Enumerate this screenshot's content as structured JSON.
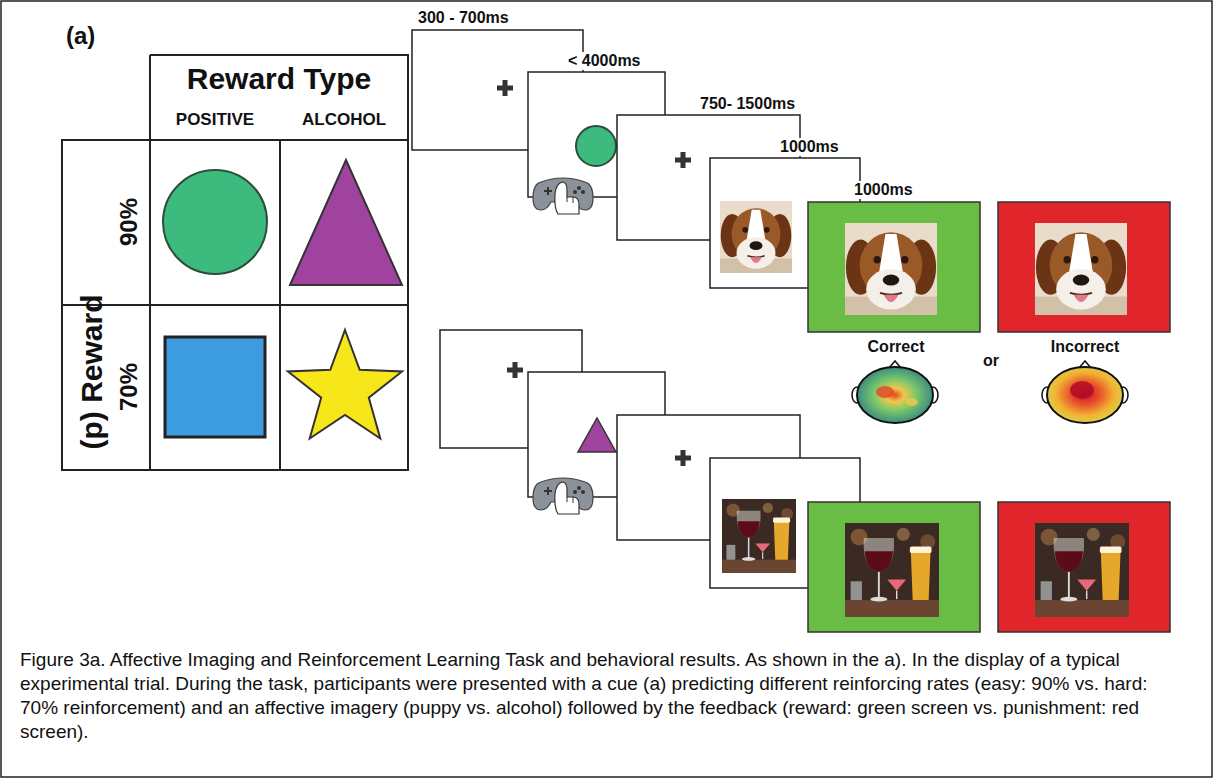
{
  "diagram": {
    "caption": "Figure 3a. Affective Imaging and Reinforcement Learning Task and behavioral results. As shown in the a). In the display of a typical experimental trial. During the task, participants were presented with a cue (a) predicting different reinforcing rates (easy: 90% vs. hard: 70% reinforcement) and an affective imagery (puppy vs. alcohol) followed by the feedback (reward: green screen vs. punishment: red screen).",
    "labels": [
      "(a)",
      "Reward Type",
      "POSITIVE",
      "ALCOHOL",
      "(p) Reward",
      "90%",
      "70%",
      "300 - 700ms",
      "< 4000ms",
      "750- 1500ms",
      "1000ms",
      "1000ms",
      "Correct",
      "or",
      "Incorrect"
    ]
  }
}
